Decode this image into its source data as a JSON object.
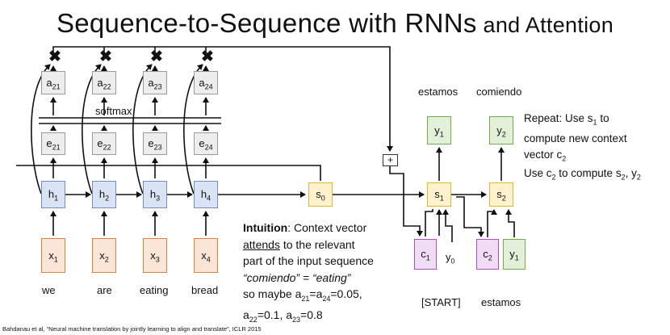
{
  "title": {
    "main": "Sequence-to-Sequence with RNNs",
    "tail": " and Attention"
  },
  "x_nodes": [
    "x1",
    "x2",
    "x3",
    "x4"
  ],
  "h_nodes": [
    "h1",
    "h2",
    "h3",
    "h4"
  ],
  "e_nodes": [
    "e21",
    "e22",
    "e23",
    "e24"
  ],
  "a_nodes": [
    "a21",
    "a22",
    "a23",
    "a24"
  ],
  "input_words": [
    "we",
    "are",
    "eating",
    "bread"
  ],
  "softmax_label": "softmax",
  "s_nodes": [
    "s0",
    "s1",
    "s2"
  ],
  "y_out": [
    "y1",
    "y2"
  ],
  "out_words": [
    "estamos",
    "comiendo"
  ],
  "c_nodes": [
    "c1",
    "c2"
  ],
  "y_in": [
    "y0",
    "y1"
  ],
  "in_words": [
    "[START]",
    "estamos"
  ],
  "plus": "+",
  "notes": {
    "repeat": [
      "Repeat: Use s1 to",
      "compute new context",
      "vector c2"
    ],
    "use_c2": "Use c2 to compute s2, y2"
  },
  "intuition": {
    "label": "Intuition",
    "line1_rest": ": Context vector",
    "attends": "attends",
    "line2_rest": " to the relevant",
    "line3": "part of the input sequence",
    "quote": "“comiendo” = “eating”",
    "line5": "so maybe a21=a24=0.05,",
    "line6": "a22=0.1, a23=0.8"
  },
  "citation": "Bahdanau et al, “Neural machine translation by jointly learning to align and translate”, ICLR 2015"
}
